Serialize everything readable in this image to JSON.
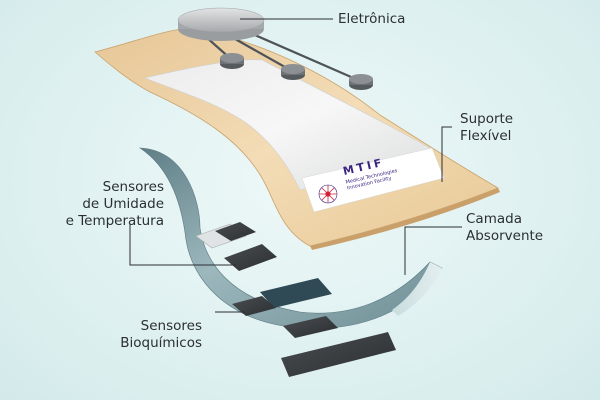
{
  "labels": {
    "electronics": "Eletrônica",
    "flexible_support": "Suporte\nFlexível",
    "humidity_temp_sensors": "Sensores\nde Umidade\ne Temperatura",
    "absorbent_layer": "Camada\nAbsorvente",
    "biochemical_sensors": "Sensores\nBioquímicos"
  },
  "logo": {
    "acronym": "MTIF",
    "name_line1": "Medical Technologies",
    "name_line2": "Innovation Facility"
  },
  "colors": {
    "background": "#dcefef",
    "flexible_support": "#f1d8b0",
    "gauze_pad": "#f3f4f4",
    "absorbent_layer": "#7f9fa6",
    "sensor_chip": "#3a3d40",
    "leader_line": "#2b2f33",
    "logo_purple": "#3b2580",
    "logo_red": "#d0203a"
  }
}
